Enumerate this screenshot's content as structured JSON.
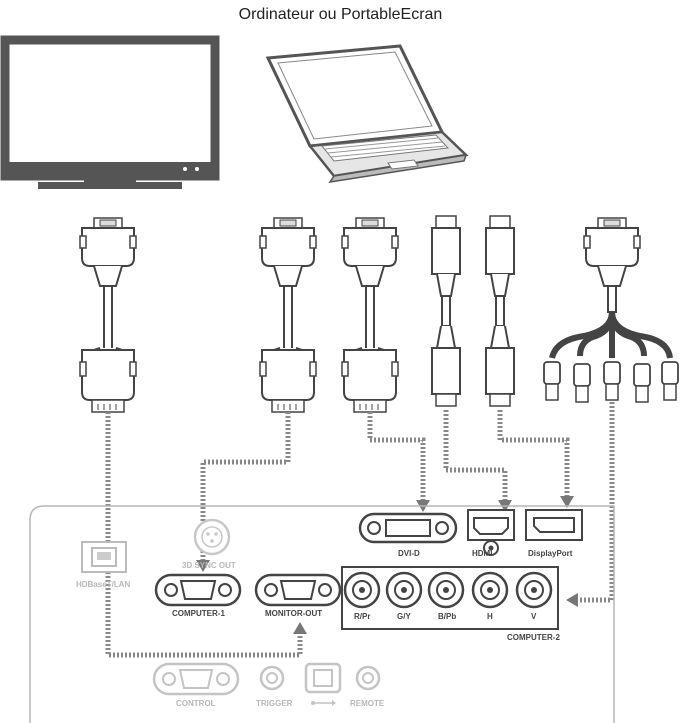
{
  "header": {
    "title": "Ordinateur ou PortableEcran"
  },
  "panel": {
    "hdbaset_lan": "HDBaseT/LAN",
    "threed_sync_out": "3D SYNC OUT",
    "computer_1": "COMPUTER-1",
    "monitor_out": "MONITOR-OUT",
    "dvi_d": "DVI-D",
    "hdmi": "HDMI",
    "displayport": "DisplayPort",
    "bnc_rpr": "R/Pr",
    "bnc_gy": "G/Y",
    "bnc_bpb": "B/Pb",
    "bnc_h": "H",
    "bnc_v": "V",
    "computer_2": "COMPUTER-2",
    "control": "CONTROL",
    "trigger": "TRIGGER",
    "remote": "REMOTE"
  },
  "icons": [
    "monitor-icon",
    "laptop-icon",
    "usb-icon"
  ],
  "colors": {
    "line": "#444444",
    "dashed_cable": "#888888",
    "panel_border": "#b5b5b5"
  }
}
